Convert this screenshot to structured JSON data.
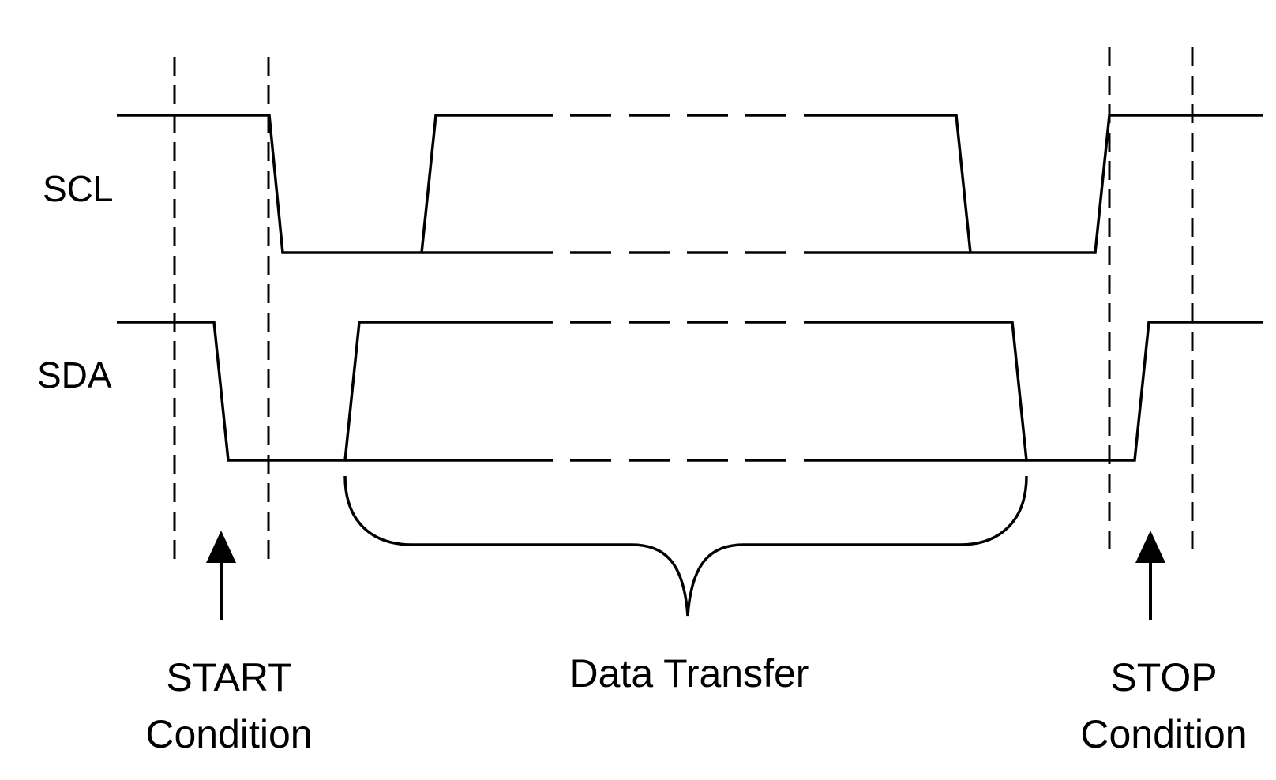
{
  "signals": {
    "scl_label": "SCL",
    "sda_label": "SDA"
  },
  "annotations": {
    "start_line1": "START",
    "start_line2": "Condition",
    "data_transfer": "Data Transfer",
    "stop_line1": "STOP",
    "stop_line2": "Condition"
  },
  "colors": {
    "stroke": "#000000",
    "background": "#ffffff"
  }
}
